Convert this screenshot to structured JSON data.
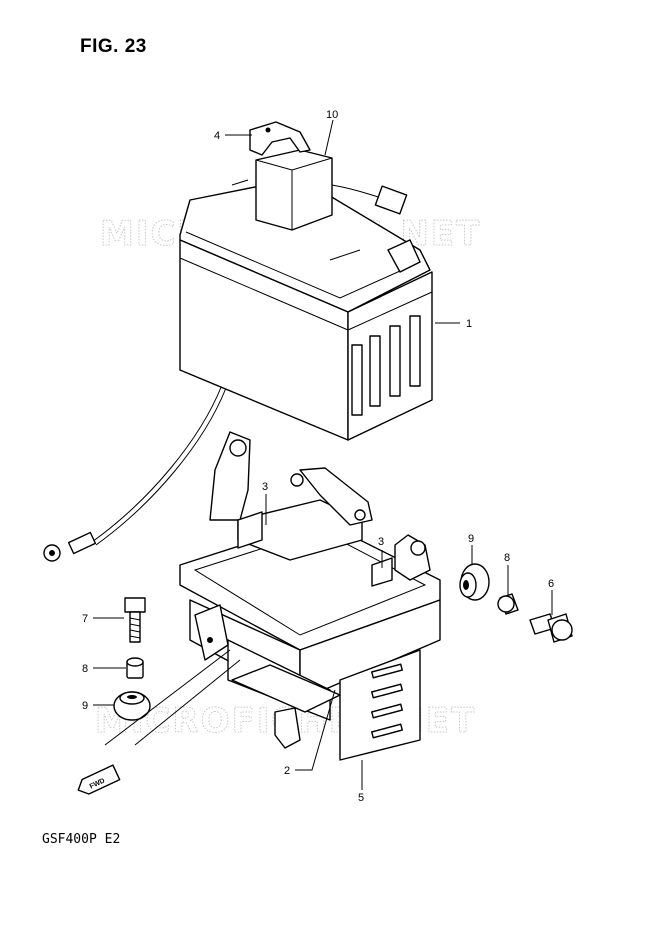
{
  "figure": {
    "title": "FIG. 23",
    "model_code": "GSF400P  E2",
    "watermark": "MICROFICHES.NET",
    "fwd_label": "FWD"
  },
  "callouts": [
    {
      "id": "callout-1",
      "label": "1",
      "part": "battery"
    },
    {
      "id": "callout-2",
      "label": "2",
      "part": "battery-tray-bottom"
    },
    {
      "id": "callout-3a",
      "label": "3",
      "part": "cushion-left"
    },
    {
      "id": "callout-3b",
      "label": "3",
      "part": "cushion-right"
    },
    {
      "id": "callout-4",
      "label": "4",
      "part": "holder-bracket"
    },
    {
      "id": "callout-5",
      "label": "5",
      "part": "battery-holder"
    },
    {
      "id": "callout-6",
      "label": "6",
      "part": "bolt-right"
    },
    {
      "id": "callout-7",
      "label": "7",
      "part": "bolt-left"
    },
    {
      "id": "callout-8a",
      "label": "8",
      "part": "spacer-right"
    },
    {
      "id": "callout-8b",
      "label": "8",
      "part": "spacer-left"
    },
    {
      "id": "callout-9a",
      "label": "9",
      "part": "grommet-right"
    },
    {
      "id": "callout-9b",
      "label": "9",
      "part": "grommet-left"
    },
    {
      "id": "callout-10",
      "label": "10",
      "part": "relay"
    }
  ]
}
